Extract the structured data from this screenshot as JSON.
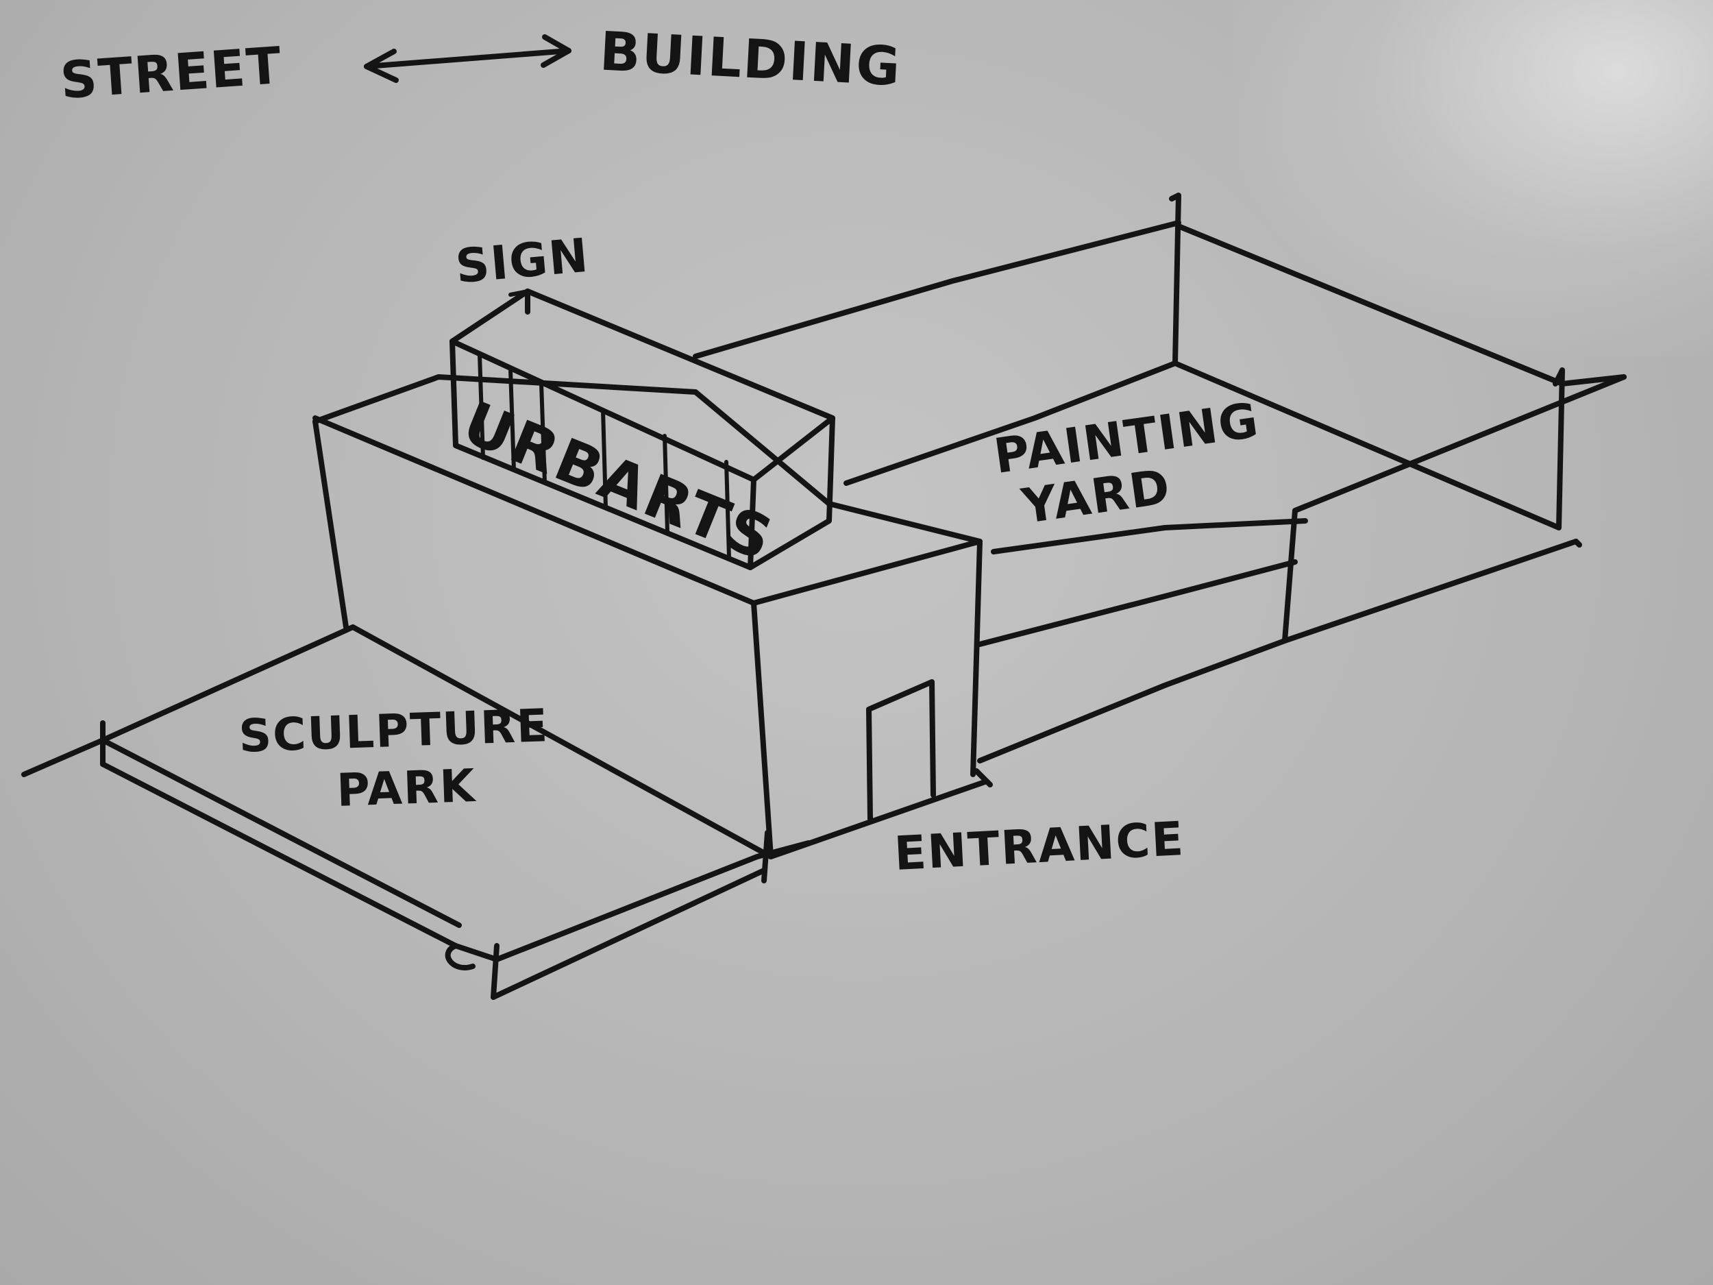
{
  "legend": {
    "left_label": "STREET",
    "right_label": "BUILDING"
  },
  "labels": {
    "sign": "SIGN",
    "sign_text": "URBARTS",
    "painting_yard": [
      "PAINTING",
      "YARD"
    ],
    "sculpture_park": [
      "SCULPTURE",
      "PARK"
    ],
    "entrance": "ENTRANCE"
  },
  "colors": {
    "paper": "#b9b9b9",
    "ink": "#141414"
  }
}
